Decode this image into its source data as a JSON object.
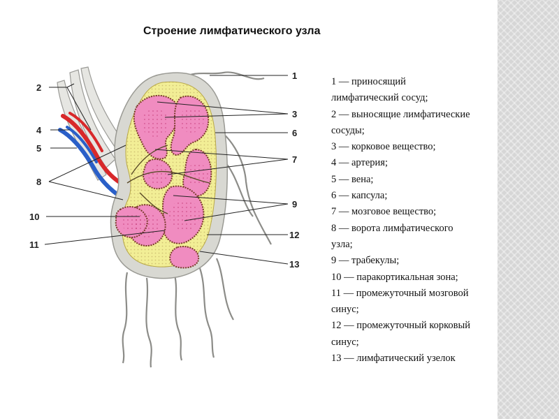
{
  "title": "Строение лимфатического узла",
  "legend": [
    "1 — приносящий лимфатический сосуд;",
    "2 — выносящие лимфатические сосуды;",
    "3 — корковое вещество;",
    "4 — артерия;",
    "5 — вена;",
    "6 — капсула;",
    "7 — мозговое вещество;",
    "8 — ворота лимфатического узла;",
    "9 — трабекулы;",
    "10 — паракортикальная зона;",
    "11 — промежуточный мозговой синус;",
    "12 — промежуточный корковый синус;",
    "13 — лимфатический узелок"
  ],
  "labels": {
    "l1": "1",
    "l2": "2",
    "l3": "3",
    "l4": "4",
    "l5": "5",
    "l6": "6",
    "l7": "7",
    "l8": "8",
    "l9": "9",
    "l10": "10",
    "l11": "11",
    "l12": "12",
    "l13": "13"
  },
  "colors": {
    "capsule": "#d8d8d2",
    "cortex": "#f2ee96",
    "follicle": "#f08cc0",
    "artery": "#d8282a",
    "vein": "#2a5fc8",
    "sidebar": "#d6d6d6"
  }
}
